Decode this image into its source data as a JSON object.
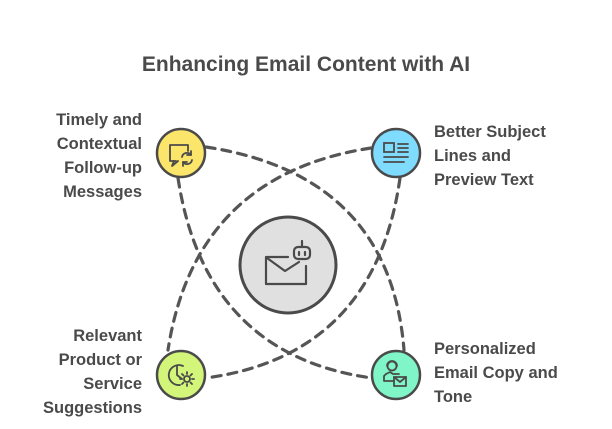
{
  "title": "Enhancing Email Content with AI",
  "center": {
    "icon": "email-robot-icon",
    "fill": "#e0e0e0",
    "stroke": "#4a4a4a"
  },
  "nodes": [
    {
      "id": "top-left",
      "label": "Timely and\nContextual\nFollow-up\nMessages",
      "icon": "chat-refresh-icon",
      "fill": "#fbe56a"
    },
    {
      "id": "top-right",
      "label": "Better Subject\nLines and\nPreview Text",
      "icon": "document-lines-icon",
      "fill": "#7fdcff"
    },
    {
      "id": "bottom-left",
      "label": "Relevant\nProduct or\nService\nSuggestions",
      "icon": "clock-gear-icon",
      "fill": "#d2f57a"
    },
    {
      "id": "bottom-right",
      "label": "Personalized\nEmail Copy and\nTone",
      "icon": "person-mail-icon",
      "fill": "#7ff5c8"
    }
  ],
  "colors": {
    "text": "#4a4a4a",
    "stroke": "#4a4a4a",
    "dash": "#555555",
    "background": "#ffffff"
  }
}
